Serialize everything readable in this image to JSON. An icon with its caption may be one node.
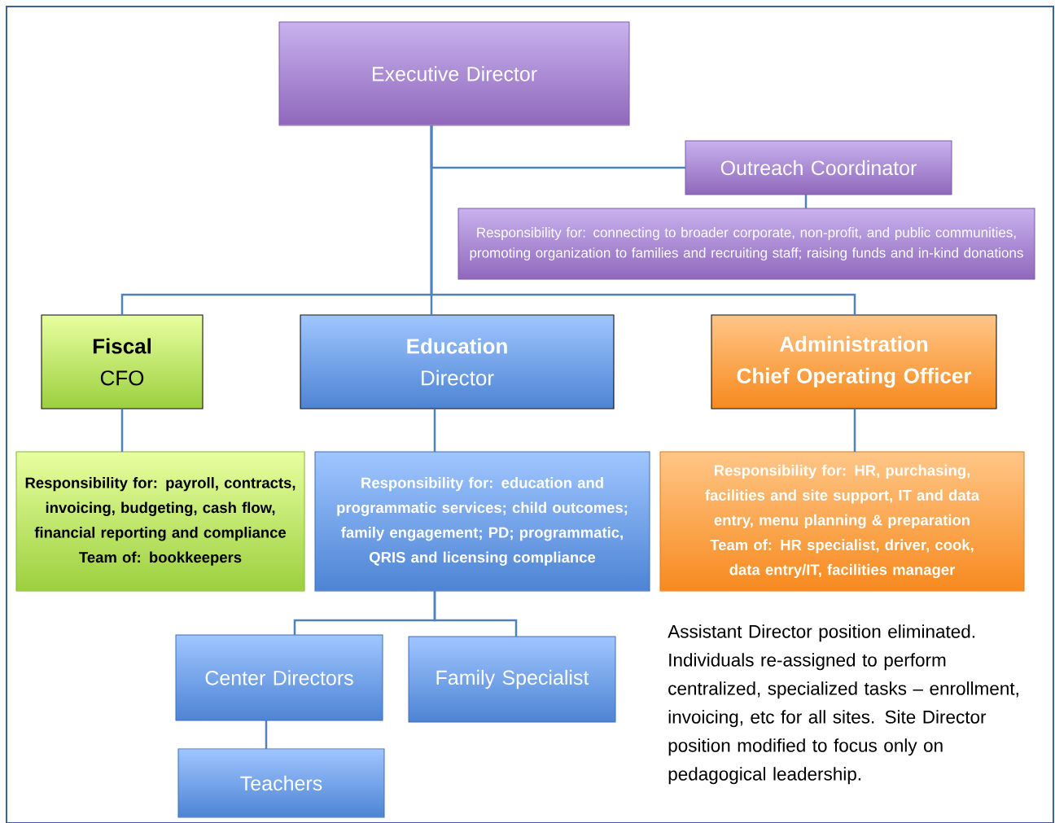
{
  "diagram": {
    "nodes": [
      {
        "text": [
          "Executive Director"
        ]
      },
      {
        "text": [
          "Outreach Coordinator"
        ]
      },
      {
        "text": [
          "Responsibility for: connecting to broader corporate, non-profit, and public communities, promoting organization to families and recruiting staff; raising funds and in-kind donations"
        ]
      },
      {
        "text": [
          "Fiscal",
          "CFO"
        ]
      },
      {
        "text": [
          "Education",
          "Director"
        ]
      },
      {
        "text": [
          "Administration",
          "Chief Operating Officer"
        ]
      },
      {
        "text": [
          "Responsibility for: payroll, contracts, invoicing, budgeting, cash flow, financial reporting and compliance",
          "Team of:  bookkeepers"
        ]
      },
      {
        "text": [
          "Responsibility for: education and programmatic services; child outcomes; family engagement; PD; programmatic, QRIS and licensing compliance"
        ]
      },
      {
        "text": [
          "Responsibility for: HR, purchasing, facilities and site support, IT and data entry, menu planning & preparation",
          "Team of: HR specialist, driver, cook, data entry/IT, facilities manager"
        ]
      },
      {
        "text": [
          "Center Directors"
        ]
      },
      {
        "text": [
          "Family Specialist"
        ]
      },
      {
        "text": [
          "Teachers"
        ]
      }
    ],
    "edges": [
      {
        "from": 0,
        "to": 1,
        "arrow": "none"
      },
      {
        "from": 1,
        "to": 2,
        "arrow": "none"
      },
      {
        "from": 0,
        "to": 3,
        "arrow": "none"
      },
      {
        "from": 0,
        "to": 4,
        "arrow": "none"
      },
      {
        "from": 0,
        "to": 5,
        "arrow": "none"
      },
      {
        "from": 3,
        "to": 6,
        "arrow": "none"
      },
      {
        "from": 4,
        "to": 7,
        "arrow": "none"
      },
      {
        "from": 5,
        "to": 8,
        "arrow": "none"
      },
      {
        "from": 7,
        "to": 9,
        "arrow": "none"
      },
      {
        "from": 7,
        "to": 10,
        "arrow": "none"
      },
      {
        "from": 9,
        "to": 11,
        "arrow": "none"
      }
    ],
    "labels": [
      "Assistant Director position eliminated.  Individuals re-assigned to perform centralized, specialized tasks – enrollment, invoicing, etc for all sites.  Site Director position modified to focus only on pedagogical leadership."
    ]
  }
}
